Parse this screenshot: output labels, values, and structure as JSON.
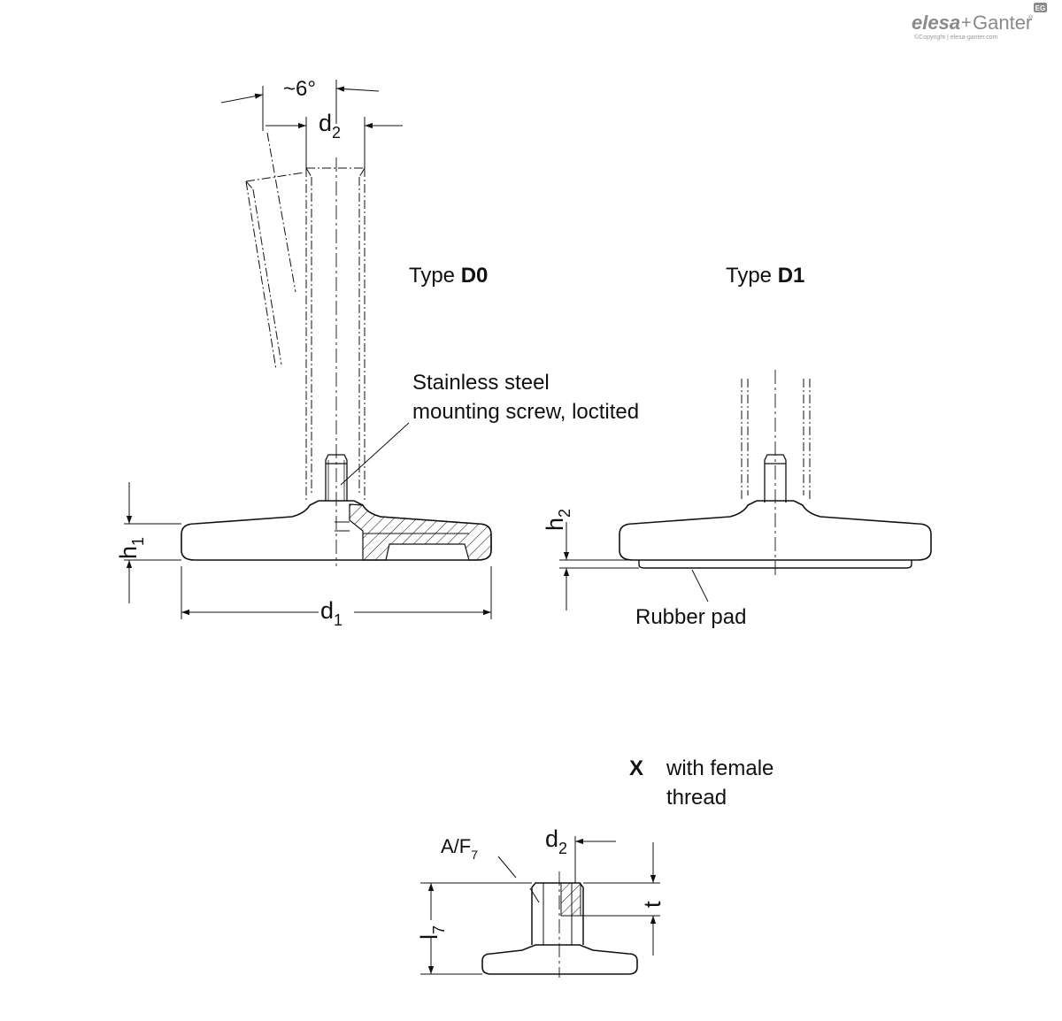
{
  "brand": {
    "logo_text_part1": "elesa",
    "logo_plus": "+",
    "logo_text_part2": "Ganter",
    "trademark": "®",
    "copyright": "©Copyright | elesa-ganter.com",
    "badge": "EG",
    "accent_color": "#8a8a8a"
  },
  "views": {
    "type_d0": {
      "prefix": "Type ",
      "code": "D0"
    },
    "type_d1": {
      "prefix": "Type ",
      "code": "D1"
    },
    "detail_x": {
      "marker": "X",
      "line1": "with female",
      "line2": "thread"
    }
  },
  "annotations": {
    "screw_line1": "Stainless steel",
    "screw_line2": "mounting screw, loctited",
    "rubber_pad": "Rubber pad"
  },
  "dimensions": {
    "angle": "~6°",
    "d2_top": {
      "base": "d",
      "sub": "2"
    },
    "d1": {
      "base": "d",
      "sub": "1"
    },
    "h1": {
      "base": "h",
      "sub": "1"
    },
    "h2": {
      "base": "h",
      "sub": "2"
    },
    "d2_detail": {
      "base": "d",
      "sub": "2"
    },
    "af7": {
      "base": "A/F",
      "sub": "7"
    },
    "l7": {
      "base": "l",
      "sub": "7"
    },
    "t": "t"
  },
  "colors": {
    "line": "#111111",
    "background": "#ffffff"
  }
}
